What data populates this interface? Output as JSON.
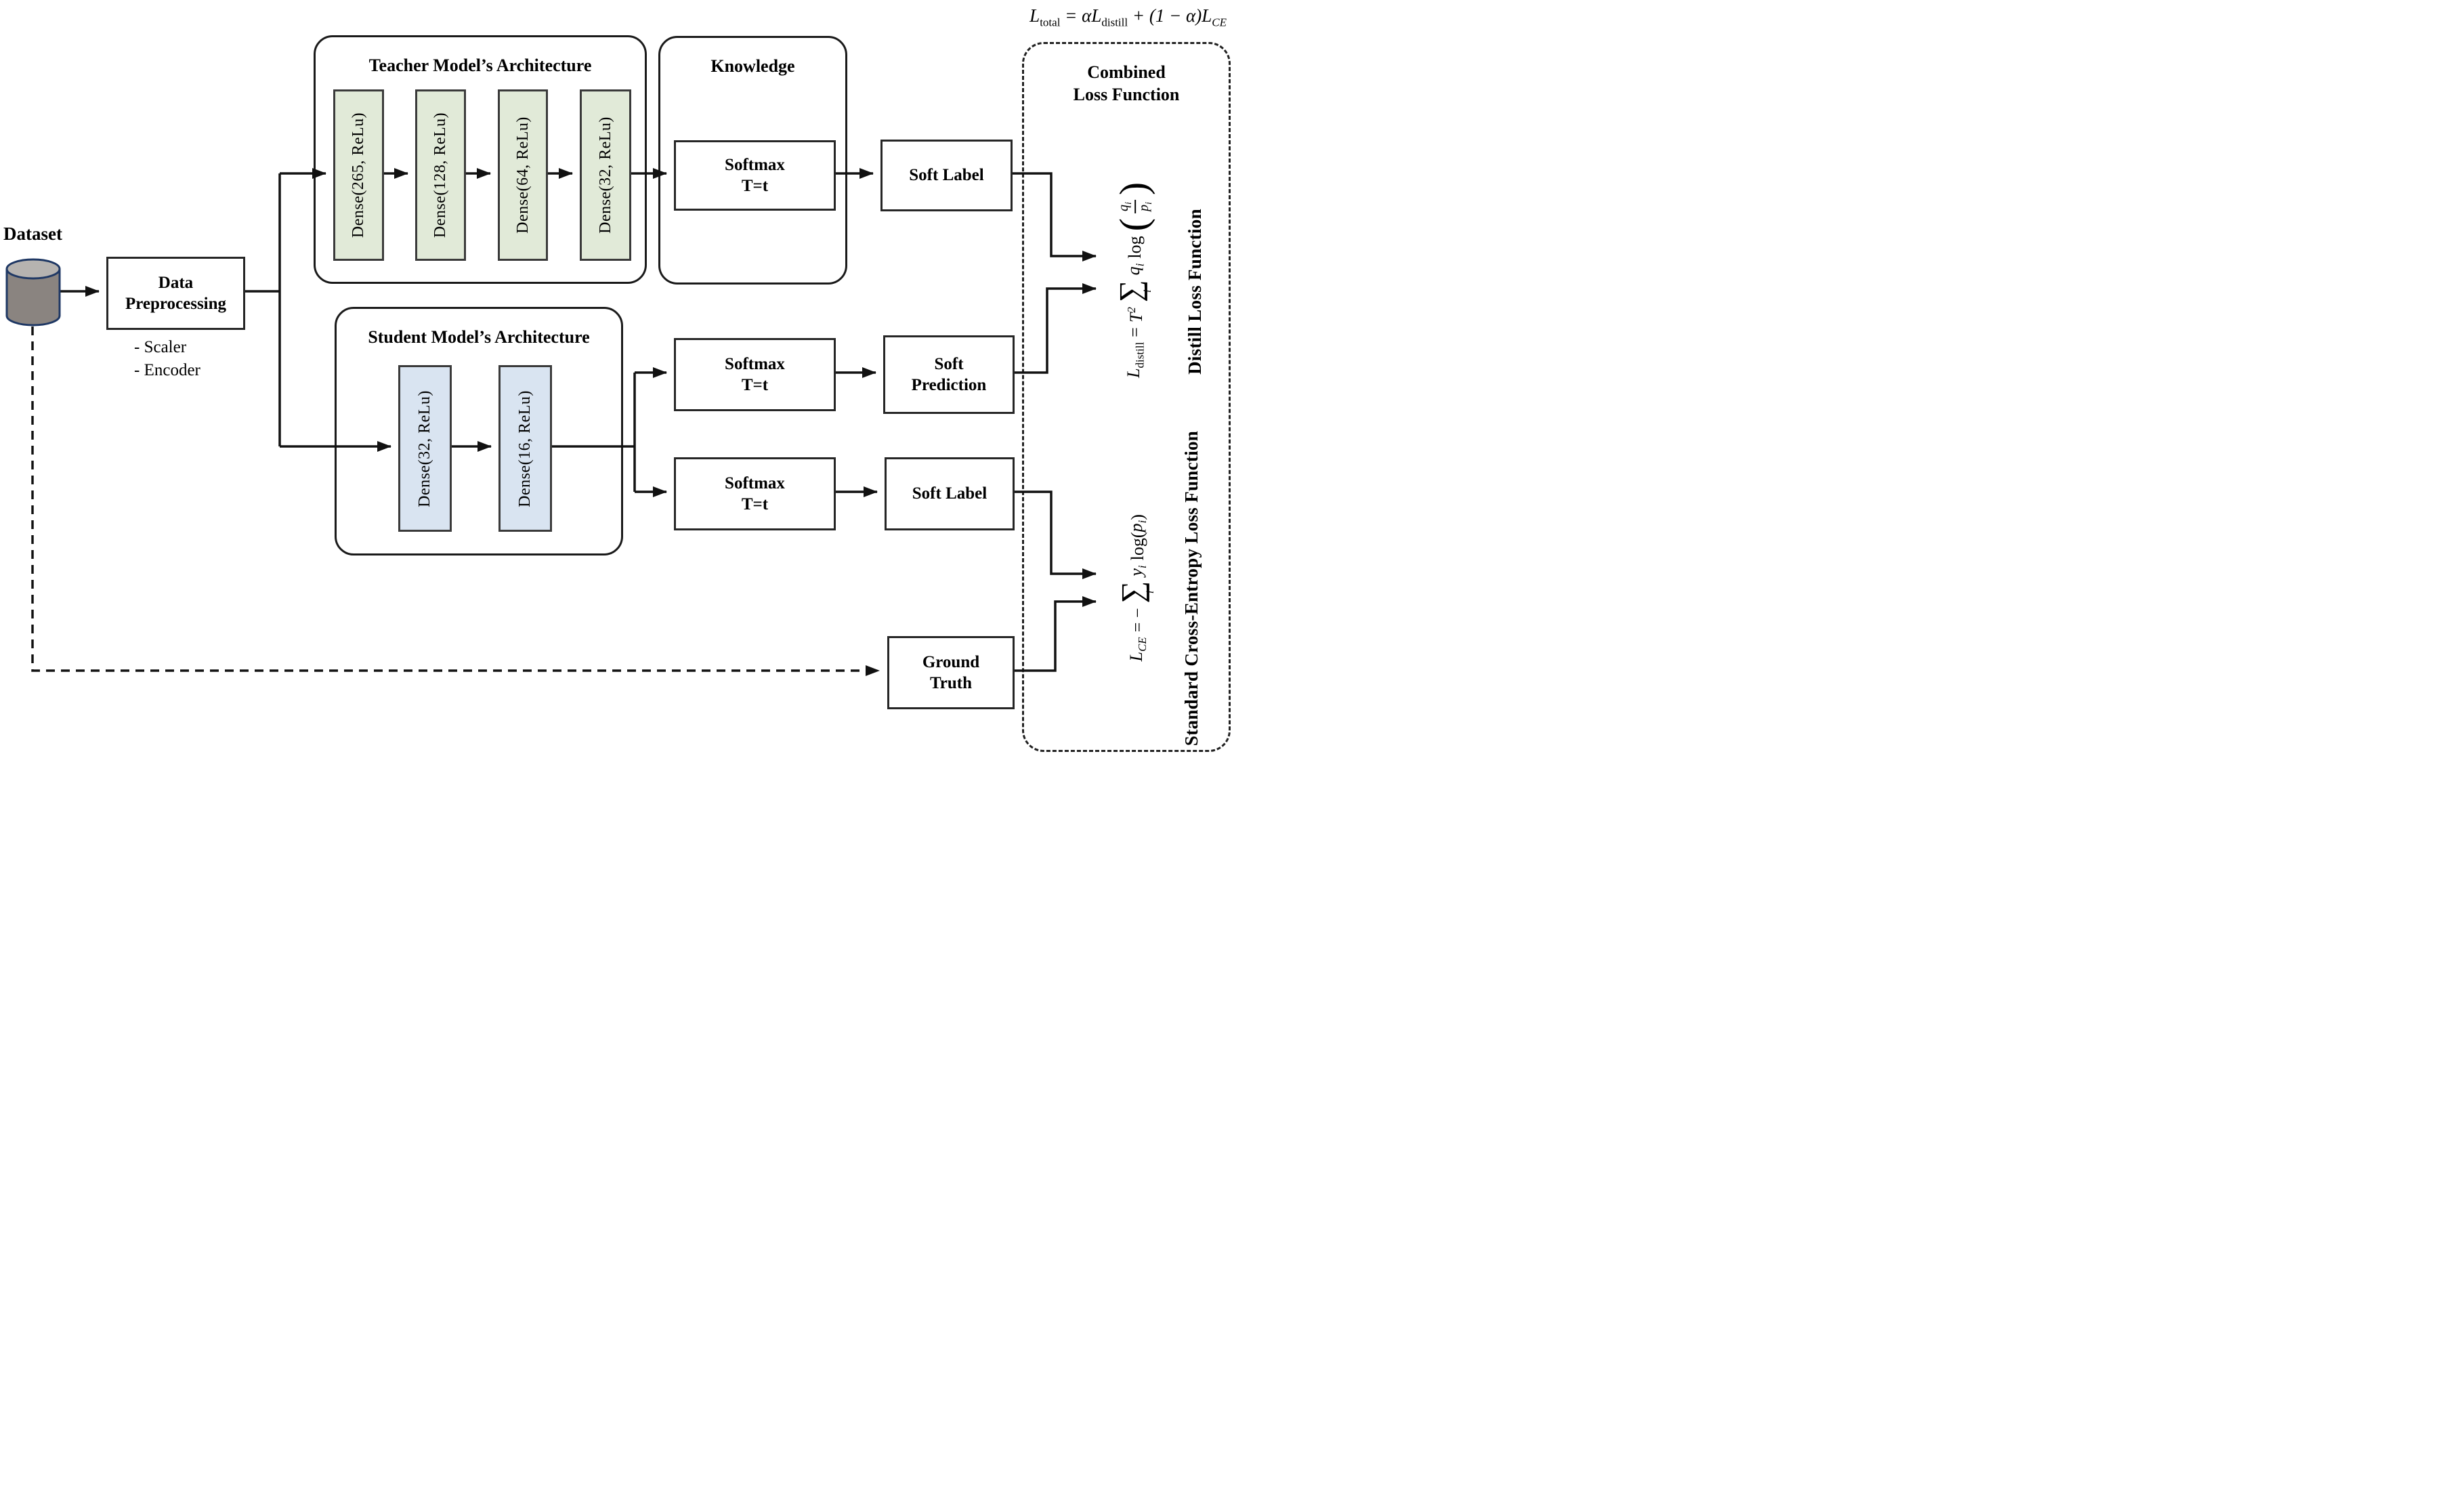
{
  "title_formula": {
    "L1": "L",
    "sub1": "total",
    "eq": " = ",
    "alpha1": "α",
    "L2": "L",
    "sub2": "distill",
    "plus": " + (1 − ",
    "alpha2": "α",
    "close": ")",
    "L3": "L",
    "sub3": "CE"
  },
  "dataset": {
    "label": "Dataset"
  },
  "preprocessing": {
    "line1": "Data",
    "line2": "Preprocessing",
    "note1": "- Scaler",
    "note2": "- Encoder"
  },
  "teacher": {
    "title": "Teacher Model’s Architecture",
    "layers": [
      "Dense(265, ReLu)",
      "Dense(128, ReLu)",
      "Dense(64, ReLu)",
      "Dense(32, ReLu)"
    ]
  },
  "knowledge": {
    "title": "Knowledge",
    "softmax_line1": "Softmax",
    "softmax_line2": "T=t",
    "soft_label": "Soft Label"
  },
  "student": {
    "title": "Student Model’s Architecture",
    "layers": [
      "Dense(32, ReLu)",
      "Dense(16, ReLu)"
    ],
    "softmax_top_line1": "Softmax",
    "softmax_top_line2": "T=t",
    "softmax_bottom_line1": "Softmax",
    "softmax_bottom_line2": "T=t",
    "soft_prediction_line1": "Soft",
    "soft_prediction_line2": "Prediction",
    "soft_label": "Soft Label"
  },
  "ground_truth": {
    "line1": "Ground",
    "line2": "Truth"
  },
  "combined": {
    "title_line1": "Combined",
    "title_line2": "Loss Function",
    "distill_caption": "Distill Loss Function",
    "ce_caption": "Standard Cross-Entropy Loss Function"
  },
  "distill_formula": {
    "L": "L",
    "L_sub": "distill",
    "eq": " = ",
    "T": "T",
    "T_sup": "2",
    "sum": "∑",
    "sum_sub": "i",
    "q": "q",
    "q_sub": "i",
    "log": "log",
    "paren_open": "(",
    "num": "q",
    "num_sub": "i",
    "den": "p",
    "den_sub": "i",
    "paren_close": ")"
  },
  "ce_formula": {
    "L": "L",
    "L_sub": "CE",
    "eq": " = −",
    "sum": "∑",
    "sum_sub": "i",
    "y": "y",
    "y_sub": "i",
    "log": "log(",
    "p": "p",
    "p_sub": "i",
    "close": ")"
  },
  "colors": {
    "teacher_layer_fill": "#e1ead8",
    "student_layer_fill": "#d9e4f1",
    "cylinder_body": "#8a8480",
    "cylinder_top": "#b6b3b0",
    "cylinder_outline": "#1f3864",
    "line_color": "#111111"
  }
}
